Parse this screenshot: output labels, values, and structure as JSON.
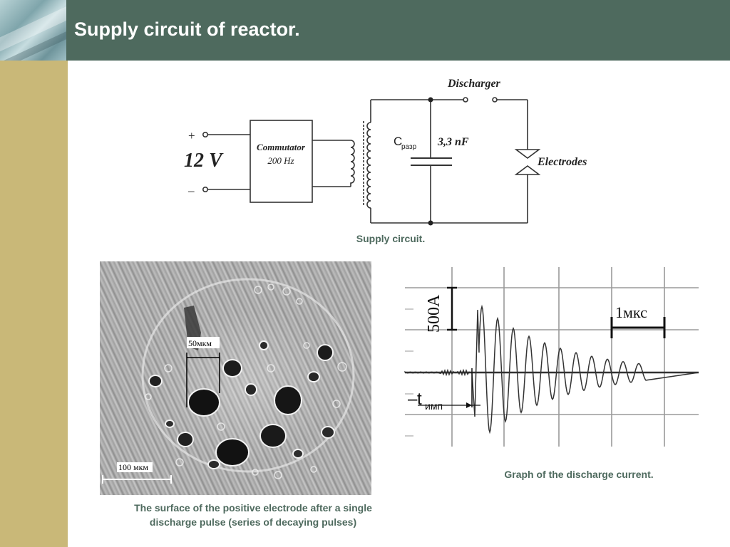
{
  "slide": {
    "title": "Supply circuit of reactor."
  },
  "circuit": {
    "voltage": "12 V",
    "plus": "+",
    "minus": "–",
    "commutator_line1": "Commutator",
    "commutator_line2": "200 Hz",
    "discharger": "Discharger",
    "capacitor_symbol": "C",
    "capacitor_sub": "разр",
    "capacitor_value": "3,3 nF",
    "electrodes": "Electrodes",
    "caption": "Supply circuit."
  },
  "photo": {
    "scale_small": "50мкм",
    "scale_large": "100 мкм",
    "caption_line1": "The surface of the positive electrode after a single",
    "caption_line2": "discharge pulse (series of decaying pulses)"
  },
  "graph": {
    "amplitude_label": "500A",
    "time_label": "1мкс",
    "pulse_label_t": "t",
    "pulse_label_sub": "имп",
    "caption": "Graph of the discharge current."
  },
  "colors": {
    "header_bg": "#4e6a5e",
    "sidebar_bg": "#c9b878",
    "caption_text": "#4e6a5e"
  }
}
